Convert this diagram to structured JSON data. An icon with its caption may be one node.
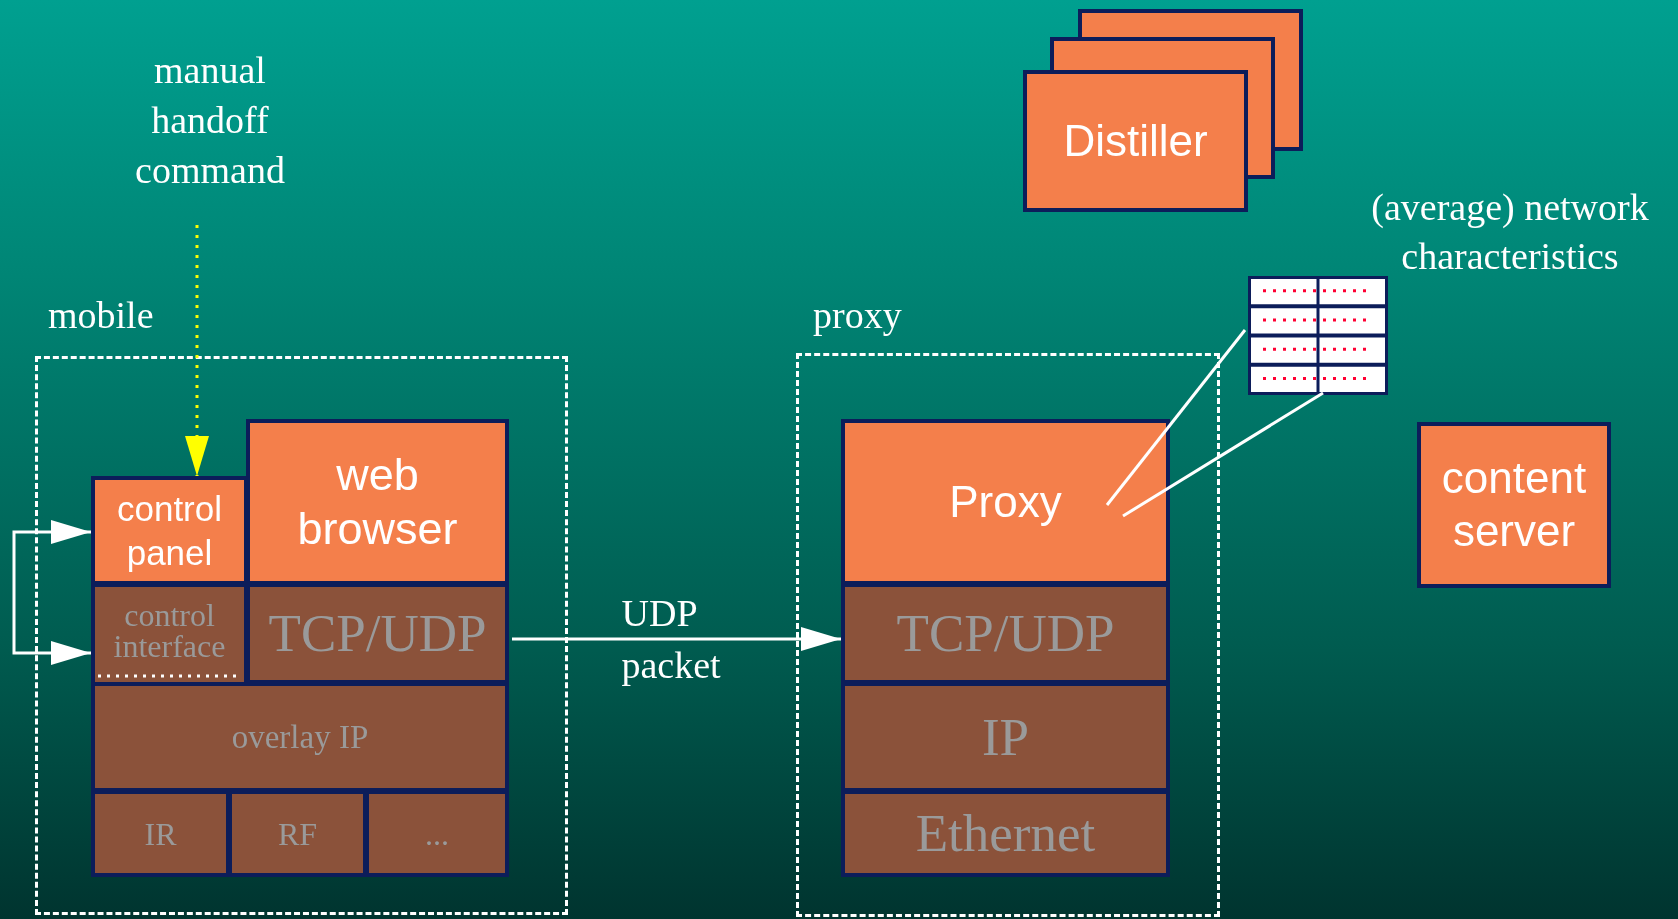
{
  "diagram": {
    "nodes": [
      {
        "text": [
          "mobile"
        ]
      },
      {
        "text": [
          "control panel"
        ],
        "in": 0
      },
      {
        "text": [
          "web browser"
        ],
        "in": 0
      },
      {
        "text": [
          "control interface"
        ],
        "in": 0
      },
      {
        "text": [
          "TCP/UDP"
        ],
        "in": 0
      },
      {
        "text": [
          "overlay IP"
        ],
        "in": 0
      },
      {
        "text": [
          "IR"
        ],
        "in": 0
      },
      {
        "text": [
          "RF"
        ],
        "in": 0
      },
      {
        "text": [
          "..."
        ],
        "in": 0
      },
      {
        "text": [
          "proxy"
        ]
      },
      {
        "text": [
          "Proxy"
        ],
        "in": 9
      },
      {
        "text": [
          "TCP/UDP"
        ],
        "in": 9
      },
      {
        "text": [
          "IP"
        ],
        "in": 9
      },
      {
        "text": [
          "Ethernet"
        ],
        "in": 9
      },
      {
        "text": [
          "Distiller"
        ]
      },
      {
        "text": [
          "content server"
        ]
      },
      {
        "text": [],
        "shape": "table",
        "beside": [
          "(average) network characteristics"
        ]
      },
      {
        "text": [
          "manual handoff command"
        ]
      }
    ],
    "edges": [
      {
        "from": 17,
        "to": 1,
        "arrow": "to",
        "style": "dashed",
        "color": "#ffff00"
      },
      {
        "from": 1,
        "to": 3,
        "arrow": "both"
      },
      {
        "from": 4,
        "to": 11,
        "arrow": "to",
        "label": "UDP packet"
      },
      {
        "from": 10,
        "to": 16,
        "arrow": "none"
      },
      {
        "from": 10,
        "to": 16,
        "arrow": "none"
      }
    ]
  }
}
